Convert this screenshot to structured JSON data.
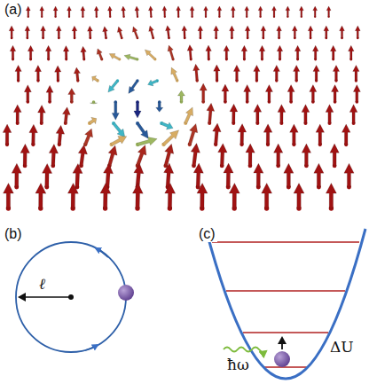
{
  "diagram": {
    "labels": [
      "(a)",
      "(b)",
      "ℓ",
      "(c)",
      "ħω",
      "ΔU"
    ]
  }
}
